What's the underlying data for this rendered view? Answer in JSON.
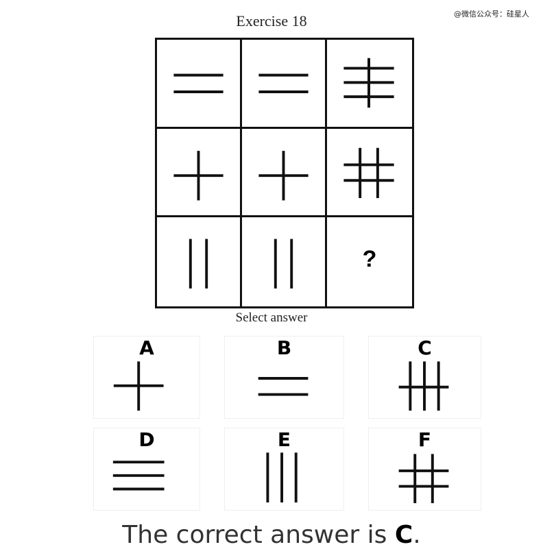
{
  "watermark": "@微信公众号：硅星人",
  "title": "Exercise 18",
  "puzzle": {
    "cells": [
      {
        "row": 1,
        "col": 1,
        "icon": "two-horizontal-lines-icon"
      },
      {
        "row": 1,
        "col": 2,
        "icon": "two-horizontal-lines-icon"
      },
      {
        "row": 1,
        "col": 3,
        "icon": "three-horizontal-lines-with-vertical-icon"
      },
      {
        "row": 2,
        "col": 1,
        "icon": "cross-icon"
      },
      {
        "row": 2,
        "col": 2,
        "icon": "cross-icon"
      },
      {
        "row": 2,
        "col": 3,
        "icon": "hash-grid-icon"
      },
      {
        "row": 3,
        "col": 1,
        "icon": "two-vertical-lines-icon"
      },
      {
        "row": 3,
        "col": 2,
        "icon": "two-vertical-lines-icon"
      },
      {
        "row": 3,
        "col": 3,
        "icon": "question-mark",
        "text": "?"
      }
    ]
  },
  "select_label": "Select answer",
  "options": [
    {
      "letter": "A",
      "icon": "cross-icon"
    },
    {
      "letter": "B",
      "icon": "two-horizontal-lines-icon"
    },
    {
      "letter": "C",
      "icon": "three-vertical-lines-with-horizontal-icon"
    },
    {
      "letter": "D",
      "icon": "three-horizontal-lines-icon"
    },
    {
      "letter": "E",
      "icon": "three-vertical-lines-icon"
    },
    {
      "letter": "F",
      "icon": "hash-grid-icon"
    }
  ],
  "answer": {
    "prefix": "The correct answer is ",
    "letter": "C",
    "suffix": "."
  }
}
